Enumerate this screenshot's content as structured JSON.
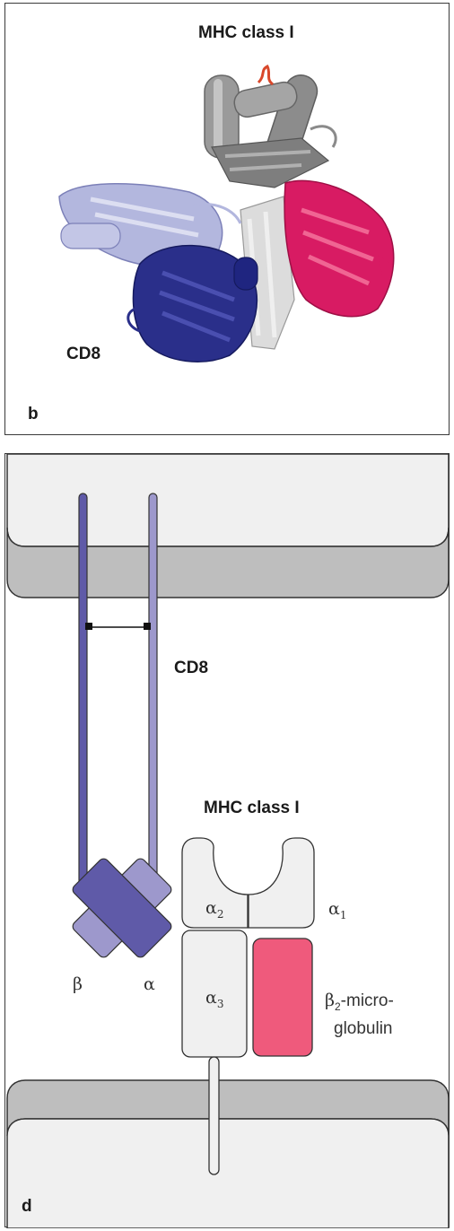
{
  "panel_b": {
    "letter": "b",
    "mhc_label": "MHC class I",
    "cd8_label": "CD8"
  },
  "panel_d": {
    "letter": "d",
    "cd8_label": "CD8",
    "mhc_label": "MHC class I",
    "beta_label": "β",
    "alpha_label": "α",
    "alpha2_base": "α",
    "alpha2_sub": "2",
    "alpha1_base": "α",
    "alpha1_sub": "1",
    "alpha3_base": "α",
    "alpha3_sub": "3",
    "b2m_beta": "β",
    "b2m_sub": "2",
    "b2m_line1_rest": "-micro-",
    "b2m_line2": "globulin"
  },
  "colors": {
    "cd8_beta": "#5f5aa8",
    "cd8_alpha": "#9d98cc",
    "cd8_light": "#b3b7de",
    "cd8_dark": "#2a2f8a",
    "mhc_gray": "#8c8c8c",
    "b2m_pink": "#ef5a7c",
    "b2m_magenta": "#d81b63",
    "peptide": "#d9482b",
    "membrane_dark": "#bebebe",
    "membrane_light": "#f0f0f0"
  }
}
